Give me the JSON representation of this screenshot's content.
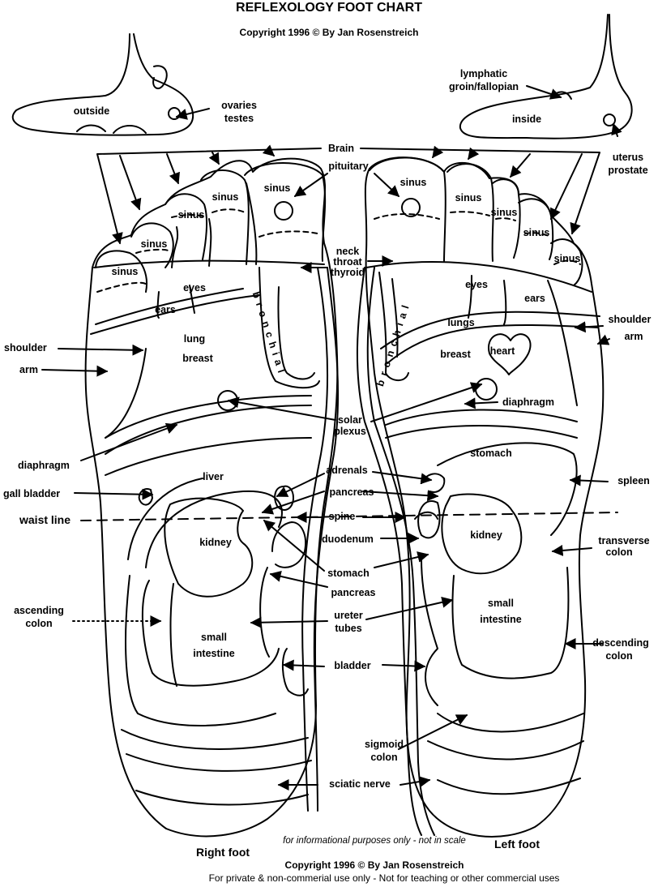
{
  "header": {
    "title": "REFLEXOLOGY FOOT CHART",
    "copyright": "Copyright 1996 © By Jan Rosenstreich"
  },
  "labels": {
    "outside": "outside",
    "ovaries": "ovaries",
    "testes": "testes",
    "lymphatic_line1": "lymphatic",
    "lymphatic_line2": "groin/fallopian",
    "inside": "inside",
    "uterus": "uterus",
    "prostate": "prostate",
    "brain": "Brain",
    "pituitary": "pituitary",
    "sinus": "sinus",
    "neck": "neck",
    "throat": "throat",
    "thyroid": "thyroid",
    "eyes": "eyes",
    "ears": "ears",
    "shoulder": "shoulder",
    "arm": "arm",
    "lung": "lung",
    "lungs": "lungs",
    "breast": "breast",
    "heart": "heart",
    "bronchial_right": "bronchial",
    "bronchial_left": "bronchial",
    "diaphragm": "diaphragm",
    "solar": "solar",
    "plexus": "plexus",
    "stomach": "stomach",
    "liver": "liver",
    "adrenals": "adrenals",
    "spleen": "spleen",
    "gall_bladder": "gall bladder",
    "pancreas": "pancreas",
    "waist_line": "waist line",
    "spine": "spine",
    "kidney": "kidney",
    "duodenum": "duodenum",
    "transverse": "transverse",
    "colon": "colon",
    "ascending": "ascending",
    "descending": "descending",
    "small": "small",
    "intestine": "intestine",
    "ureter": "ureter",
    "tubes": "tubes",
    "bladder": "bladder",
    "sigmoid": "sigmoid",
    "sciatic_nerve": "sciatic nerve"
  },
  "footer": {
    "note": "for informational purposes only - not in scale",
    "right_foot": "Right foot",
    "left_foot": "Left foot",
    "copyright": "Copyright 1996 © By Jan Rosenstreich",
    "usage": "For private & non-commerial use only - Not for teaching or other commercial uses"
  },
  "colors": {
    "ink": "#000000",
    "paper": "#ffffff"
  }
}
